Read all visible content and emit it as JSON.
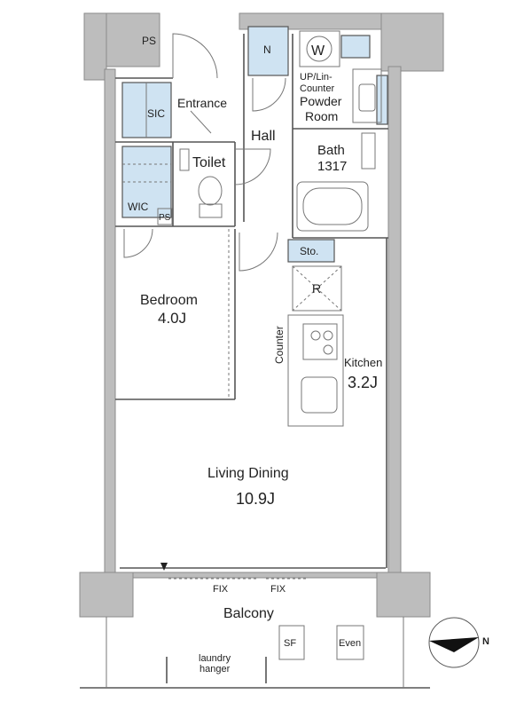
{
  "rooms": {
    "ps_top": "PS",
    "entrance": "Entrance",
    "sic": "SIC",
    "n": "N",
    "w": "W",
    "up_lin_counter": "UP/Lin-",
    "counter_line": "Counter",
    "powder_room": "Powder",
    "powder_room_2": "Room",
    "hall": "Hall",
    "bath": "Bath",
    "bath_size": "1317",
    "toilet": "Toilet",
    "wic": "WIC",
    "ps_small": "PS",
    "sto": "Sto.",
    "r": "R",
    "bedroom": "Bedroom",
    "bedroom_size": "4.0J",
    "counter_vertical": "Counter",
    "kitchen": "Kitchen",
    "kitchen_size": "3.2J",
    "living_dining": "Living Dining",
    "living_dining_size": "10.9J",
    "fix_left": "FIX",
    "fix_right": "FIX",
    "balcony": "Balcony",
    "sf": "SF",
    "even": "Even",
    "laundry_1": "laundry",
    "laundry_2": "hanger",
    "compass_n": "N"
  },
  "colors": {
    "wall": "#bdbdbd",
    "fixture_blue": "#cfe3f2",
    "line": "#555555"
  }
}
